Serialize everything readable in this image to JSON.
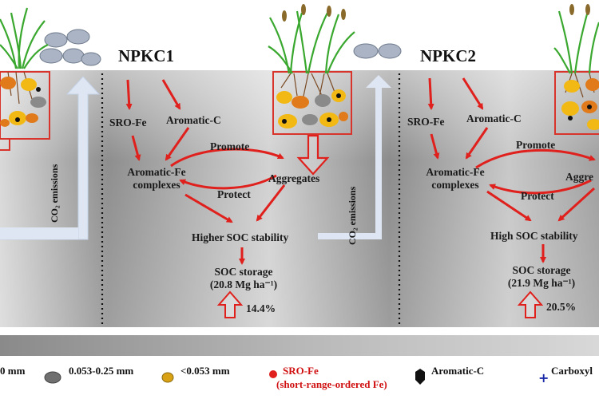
{
  "panels": {
    "npkc1": {
      "title": "NPKC1",
      "sro_fe": "SRO-Fe",
      "aromatic_c": "Aromatic-C",
      "promote": "Promote",
      "aromatic_fe_line1": "Aromatic-Fe",
      "aromatic_fe_line2": "complexes",
      "aggregates": "Aggregates",
      "protect": "Protect",
      "stability": "Higher SOC stability",
      "storage_line1": "SOC  storage",
      "storage_line2": "(20.8 Mg ha⁻¹)",
      "increase": "14.4%",
      "co2": "CO₂ emissions"
    },
    "npkc2": {
      "title": "NPKC2",
      "sro_fe": "SRO-Fe",
      "aromatic_c": "Aromatic-C",
      "promote": "Promote",
      "aromatic_fe_line1": "Aromatic-Fe",
      "aromatic_fe_line2": "complexes",
      "aggregates": "Aggre",
      "protect": "Protect",
      "stability": "High SOC stability",
      "storage_line1": "SOC  storage",
      "storage_line2": "(21.9 Mg ha⁻¹)",
      "increase": "20.5%"
    },
    "left_partial": {
      "co2": "CO₂ emissions"
    }
  },
  "legend": {
    "item1": "0 mm",
    "item2": "0.053-0.25 mm",
    "item3": "<0.053 mm",
    "item4_line1": "SRO-Fe",
    "item4_line2": "(short-range-ordered  Fe)",
    "item5": "Aromatic-C",
    "item6": "Carboxyl"
  },
  "colors": {
    "arrow_red": "#e0201c",
    "box_red": "#d9342b",
    "co2_arrow": "#dde6f2",
    "particle_yellow": "#f2b814",
    "particle_orange": "#e07a1a",
    "particle_gray": "#8a8a8a",
    "plant_green": "#3aa82f",
    "sro_red": "#e0201c",
    "carboxyl_blue": "#1a2aa8"
  }
}
